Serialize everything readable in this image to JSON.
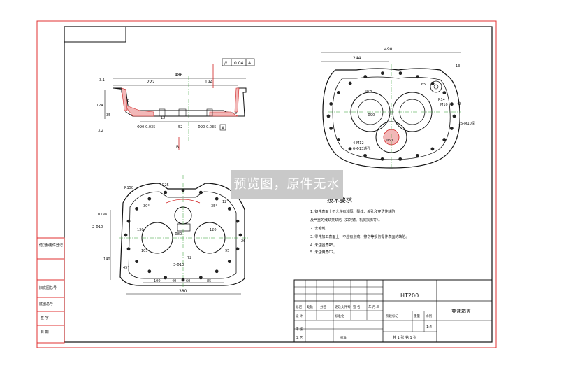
{
  "watermark": "预览图，原件无水印",
  "material": "HT200",
  "part_name": "变速箱盖",
  "scale": "1:4",
  "sheet": "共 1 张  第 1 张",
  "tech_req": {
    "title": "技术要求",
    "lines": [
      "1. 铸件表面上不允许有冷隔、裂纹、缩孔和穿透性缺陷",
      "   及严重的残缺类缺陷（如欠铸、机械损伤等）。",
      "2. 去毛刺。",
      "3. 零件加工表面上，不应有划痕、擦伤等损伤零件表面的缺陷。",
      "4. 未注圆角R5。",
      "5. 未注倒角C2。"
    ]
  },
  "left_block": [
    "借(通)用件登记",
    "旧底图总号",
    "底图总号",
    "签 字",
    "日 期"
  ],
  "title_block": {
    "row1": [
      "标记",
      "处数",
      "分区",
      "更改文件号",
      "签 名",
      "年.月.日"
    ],
    "row2": [
      "设 计",
      "标准化",
      "阶段标记",
      "重量",
      "比例"
    ],
    "row3": [
      "审 核"
    ],
    "row4": [
      "工 艺",
      "批准"
    ]
  },
  "dims": {
    "front": {
      "total": "486",
      "left": "222",
      "right": "194",
      "v31": "3.1",
      "v32": "3.2",
      "h124": "124",
      "h9": "9",
      "d35": "35",
      "bore1": "Φ90-0.035",
      "bore2": "Φ90-0.035",
      "gap": "52",
      "tol_sym": "//",
      "tol_val": "0.04",
      "tol_ref": "A",
      "datum": "A",
      "dim12": "12",
      "sec": "B"
    },
    "top": {
      "total": "490",
      "offset": "244",
      "d65": "65",
      "d13": "13",
      "d42": "42",
      "r14": "R14",
      "m110": "M10",
      "c1": "Φ78",
      "c2": "Φ90",
      "c3": "Φ60",
      "holes": "4-M12",
      "holes2": "6-Φ13通孔",
      "dep": "15-M10深"
    },
    "bottom": {
      "w380": "380",
      "h140": "140",
      "r198": "R198",
      "r150": "R150",
      "r25": "R25",
      "a1": "30°",
      "a2": "35°",
      "a3": "45°",
      "a4": "12°",
      "d130": "130",
      "d105": "105",
      "d95": "95",
      "d100": "100",
      "d40": "40",
      "d60": "60",
      "d85": "85",
      "d72": "72",
      "bore": "Φ80",
      "m1": "2-Φ10",
      "m2": "3-Φ10",
      "d120": "120",
      "d26": "26"
    }
  }
}
